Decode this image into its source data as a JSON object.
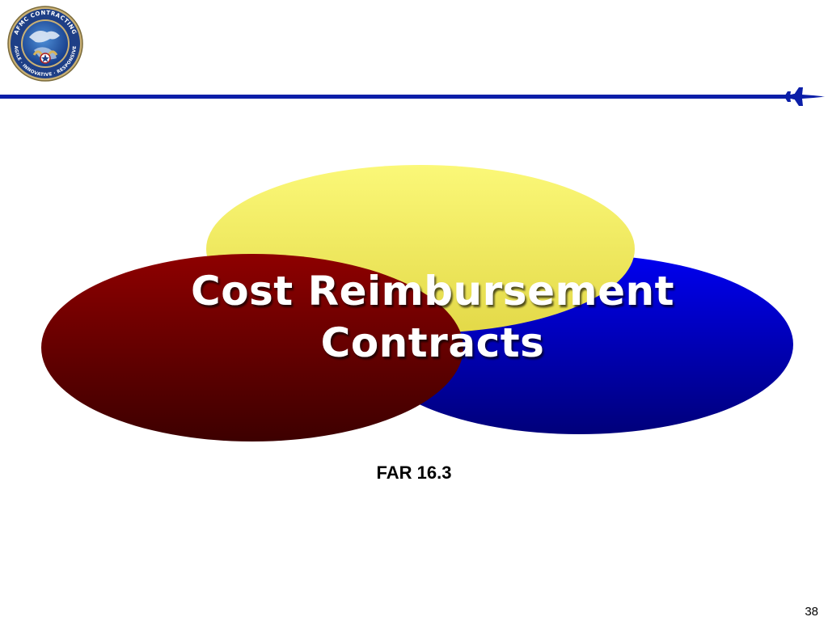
{
  "slide": {
    "title_line1": "Cost Reimbursement",
    "title_line2": "Contracts",
    "subtitle": "FAR 16.3",
    "page_number": "38"
  },
  "logo": {
    "icon": "afmc-contracting-seal-icon",
    "ring_text": "AFMC CONTRACTING",
    "ring_text_bottom": "AGILE · INNOVATIVE · RESPONSIVE"
  },
  "colors": {
    "rule": "#0b1ea8",
    "yellow": "#f7f36a",
    "red": "#8b0000",
    "blue": "#0000c8"
  }
}
